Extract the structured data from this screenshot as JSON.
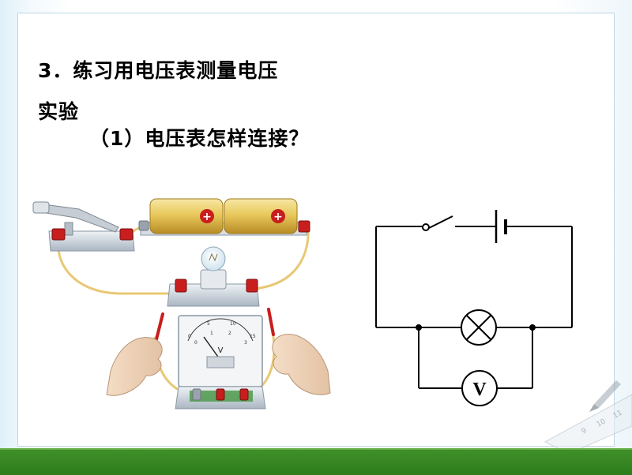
{
  "slide": {
    "heading_line1": "3．练习用电压表测量电压",
    "heading_line2": "实验",
    "question": "（1）电压表怎样连接？"
  },
  "illustration": {
    "meter_symbol": "V",
    "scale_top": [
      "0",
      "5",
      "10",
      "15"
    ],
    "scale_bottom": [
      "0",
      "1",
      "2",
      "3"
    ]
  },
  "circuit": {
    "voltmeter_label": "V"
  },
  "decoration": {
    "ruler_marks": [
      "9",
      "10",
      "11"
    ]
  },
  "colors": {
    "bottom_bar": "#2e7d1d",
    "wire": "#e8c874",
    "battery": "#e9c95c",
    "terminal": "#c81e1e",
    "base": "#cdd6df",
    "circuit_line": "#000000"
  }
}
